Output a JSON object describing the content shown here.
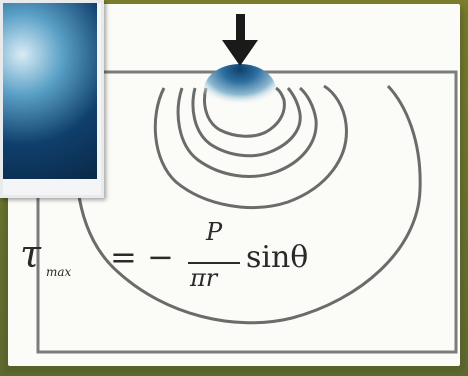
{
  "diagram": {
    "equation": {
      "lhs": "τ",
      "subscript": "max",
      "equals": "= −",
      "numerator": "P",
      "denominator": "πr",
      "trailing": "sinθ"
    },
    "colors": {
      "background": "#6b6f2a",
      "panel": "#fbfbf8",
      "stroke": "#6b6b6b",
      "arrow": "#1a1a1a",
      "heat_core": "#0f3f6c"
    },
    "icons": {
      "load": "down-arrow-icon"
    }
  }
}
